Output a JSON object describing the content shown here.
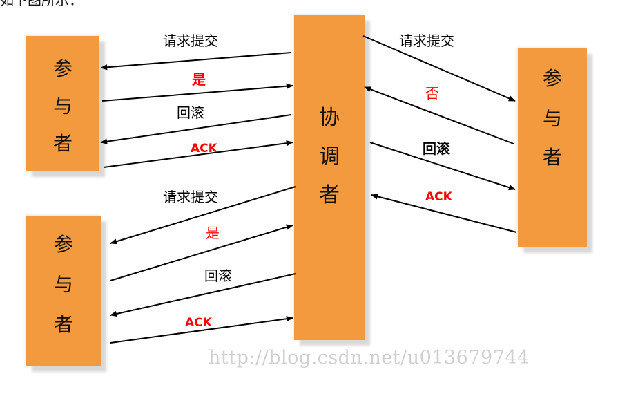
{
  "caption_partial": "如下图所示：",
  "participants": [
    {
      "id": "p1",
      "label_lines": [
        "参",
        "与",
        "者"
      ]
    },
    {
      "id": "p2",
      "label_lines": [
        "参",
        "与",
        "者"
      ]
    },
    {
      "id": "p3",
      "label_lines": [
        "参",
        "与",
        "者"
      ]
    }
  ],
  "coordinator": {
    "label_lines": [
      "协",
      "调",
      "者"
    ]
  },
  "messages": [
    {
      "id": "m1",
      "text": "请求提交"
    },
    {
      "id": "m2",
      "text": "是"
    },
    {
      "id": "m3",
      "text": "回滚"
    },
    {
      "id": "m4",
      "text": "ACK"
    },
    {
      "id": "m5",
      "text": "请求提交"
    },
    {
      "id": "m6",
      "text": "是"
    },
    {
      "id": "m7",
      "text": "回滚"
    },
    {
      "id": "m8",
      "text": "ACK"
    },
    {
      "id": "m9",
      "text": "请求提交"
    },
    {
      "id": "m10",
      "text": "否"
    },
    {
      "id": "m11",
      "text": "回滚"
    },
    {
      "id": "m12",
      "text": "ACK"
    }
  ],
  "watermark": "http://blog.csdn.net/u013679744",
  "colors": {
    "box": "#f49a3e",
    "arrow": "#000000",
    "red_text": "#ff0000",
    "black_text": "#000000"
  }
}
